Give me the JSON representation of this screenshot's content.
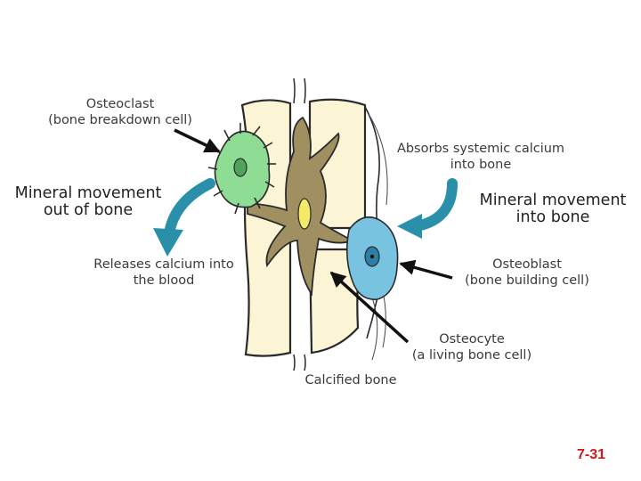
{
  "labels": {
    "osteoclast": {
      "line1": "Osteoclast",
      "line2": "(bone breakdown cell)"
    },
    "movement_out": {
      "line1": "Mineral movement",
      "line2": "out of bone"
    },
    "releases": {
      "line1": "Releases calcium into",
      "line2": "the blood"
    },
    "absorbs": {
      "line1": "Absorbs systemic calcium",
      "line2": "into bone"
    },
    "movement_in": {
      "line1": "Mineral movement",
      "line2": "into bone"
    },
    "osteoblast": {
      "line1": "Osteoblast",
      "line2": "(bone building cell)"
    },
    "osteocyte": {
      "line1": "Osteocyte",
      "line2": "(a living bone cell)"
    },
    "calcified": "Calcified bone"
  },
  "slide_number": "7-31",
  "colors": {
    "bone_fill": "#fbf5d6",
    "osteocyte_fill": "#a08f60",
    "osteoclast_fill": "#8fdc95",
    "osteoblast_fill": "#78c4e0",
    "curved_arrow": "#2a8fa8",
    "slide_number": "#cc1a1a"
  }
}
